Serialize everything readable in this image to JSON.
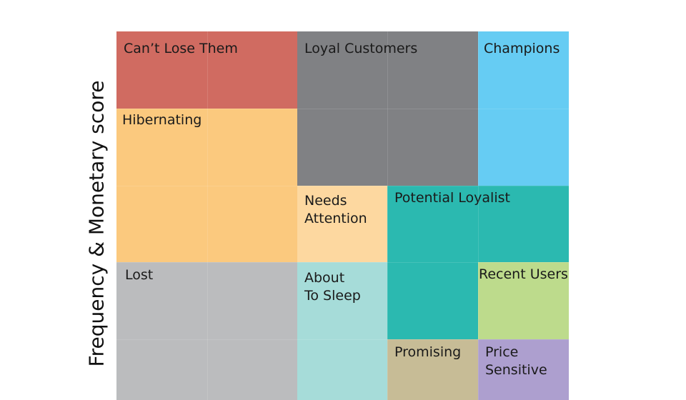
{
  "y_axis_label": "Frequency & Monetary score",
  "segments": [
    {
      "key": "cant-lose-them",
      "label": "Can’t Lose Them",
      "color": "#d06b61"
    },
    {
      "key": "loyal-customers",
      "label": "Loyal Customers",
      "color": "#808184"
    },
    {
      "key": "champions",
      "label": "Champions",
      "color": "#66ccf3"
    },
    {
      "key": "hibernating",
      "label": "Hibernating",
      "color": "#fbc97e"
    },
    {
      "key": "needs-attention",
      "label": "Needs\nAttention",
      "color": "#fdd8a0"
    },
    {
      "key": "potential-loyalist",
      "label": "Potential Loyalist",
      "color": "#2bb9b0"
    },
    {
      "key": "lost",
      "label": "Lost",
      "color": "#bbbcbe"
    },
    {
      "key": "about-to-sleep",
      "label": "About\nTo Sleep",
      "color": "#a6dcd9"
    },
    {
      "key": "recent-users",
      "label": "Recent Users",
      "color": "#bddb8c"
    },
    {
      "key": "promising",
      "label": "Promising",
      "color": "#c7bc96"
    },
    {
      "key": "price-sensitive",
      "label": "Price\nSensitive",
      "color": "#ad9fcf"
    }
  ]
}
